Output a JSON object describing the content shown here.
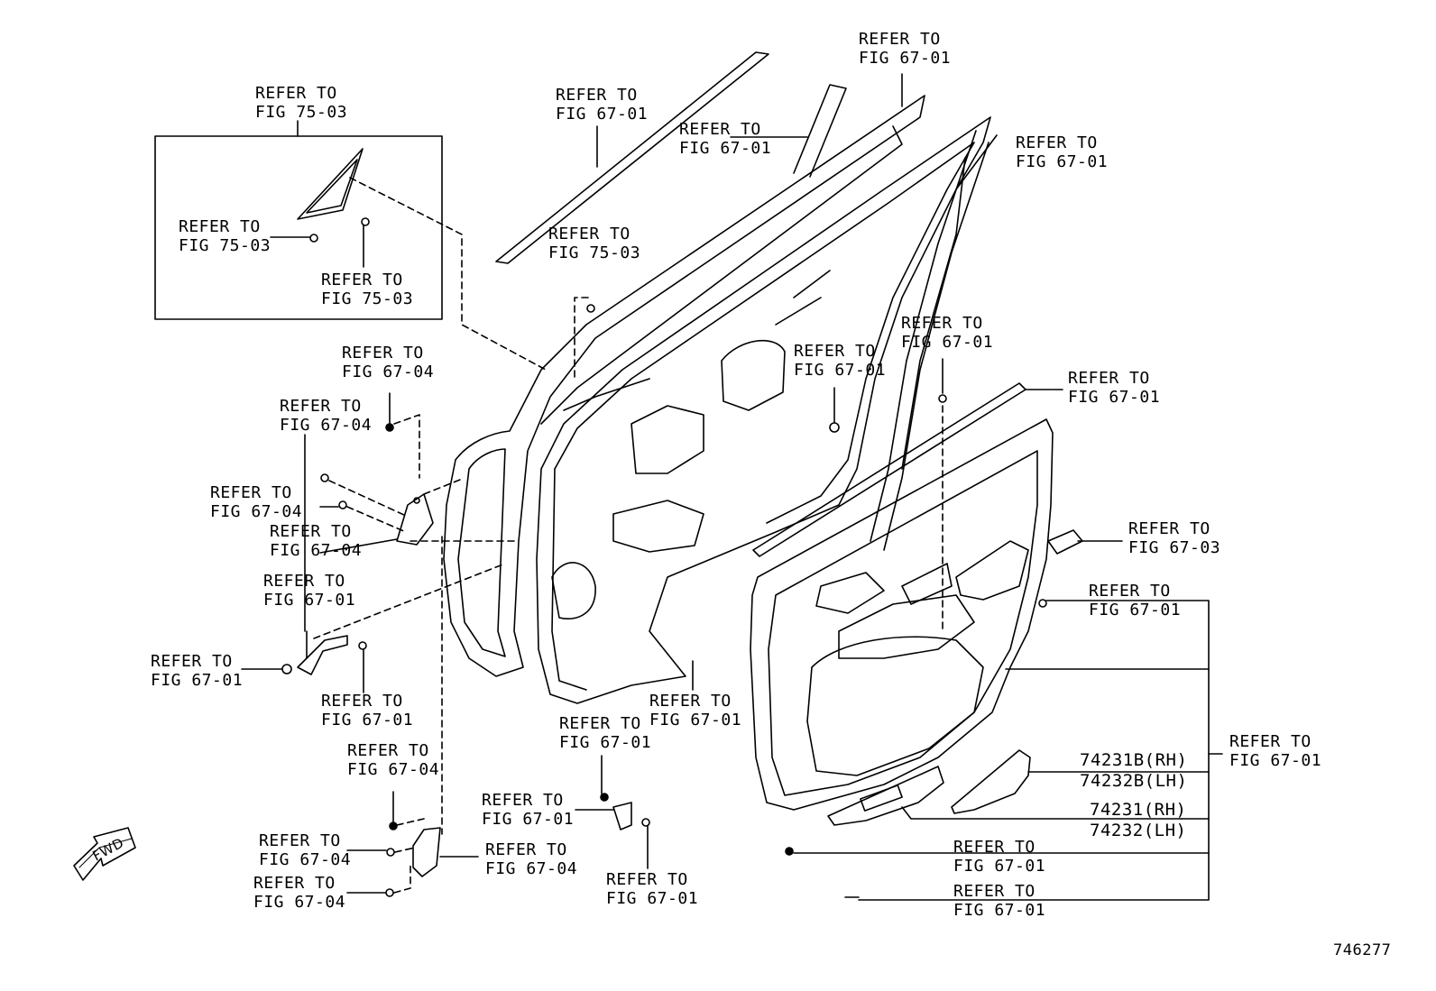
{
  "callouts": [
    {
      "l1": "REFER TO",
      "l2": "FIG 75-03"
    },
    {
      "l1": "REFER TO",
      "l2": "FIG 75-03"
    },
    {
      "l1": "REFER TO",
      "l2": "FIG 75-03"
    },
    {
      "l1": "REFER TO",
      "l2": "FIG 67-01"
    },
    {
      "l1": "REFER TO",
      "l2": "FIG 67-01"
    },
    {
      "l1": "REFER TO",
      "l2": "FIG 67-01"
    },
    {
      "l1": "REFER TO",
      "l2": "FIG 67-01"
    },
    {
      "l1": "REFER TO",
      "l2": "FIG 75-03"
    },
    {
      "l1": "REFER TO",
      "l2": "FIG 67-04"
    },
    {
      "l1": "REFER TO",
      "l2": "FIG 67-04"
    },
    {
      "l1": "REFER TO",
      "l2": "FIG 67-04"
    },
    {
      "l1": "REFER TO",
      "l2": "FIG 67-04"
    },
    {
      "l1": "REFER TO",
      "l2": "FIG 67-01"
    },
    {
      "l1": "REFER TO",
      "l2": "FIG 67-01"
    },
    {
      "l1": "REFER TO",
      "l2": "FIG 67-01"
    },
    {
      "l1": "REFER TO",
      "l2": "FIG 67-01"
    },
    {
      "l1": "REFER TO",
      "l2": "FIG 67-01"
    },
    {
      "l1": "REFER TO",
      "l2": "FIG 67-01"
    },
    {
      "l1": "REFER TO",
      "l2": "FIG 67-03"
    },
    {
      "l1": "REFER TO",
      "l2": "FIG 67-01"
    },
    {
      "l1": "REFER TO",
      "l2": "FIG 67-01"
    },
    {
      "l1": "REFER TO",
      "l2": "FIG 67-01"
    },
    {
      "l1": "REFER TO",
      "l2": "FIG 67-01"
    },
    {
      "l1": "REFER TO",
      "l2": "FIG 67-04"
    },
    {
      "l1": "REFER TO",
      "l2": "FIG 67-04"
    },
    {
      "l1": "REFER TO",
      "l2": "FIG 67-04"
    },
    {
      "l1": "REFER TO",
      "l2": "FIG 67-04"
    },
    {
      "l1": "REFER TO",
      "l2": "FIG 67-01"
    },
    {
      "l1": "REFER TO",
      "l2": "FIG 67-01"
    },
    {
      "l1": "REFER TO",
      "l2": "FIG 67-01"
    },
    {
      "l1": "REFER TO",
      "l2": "FIG 67-01"
    }
  ],
  "part_numbers": [
    {
      "rh": "74231B(RH)",
      "lh": "74232B(LH)"
    },
    {
      "rh": "74231(RH)",
      "lh": "74232(LH)"
    }
  ],
  "fwd_label": "FWD",
  "diagram_id": "746277"
}
